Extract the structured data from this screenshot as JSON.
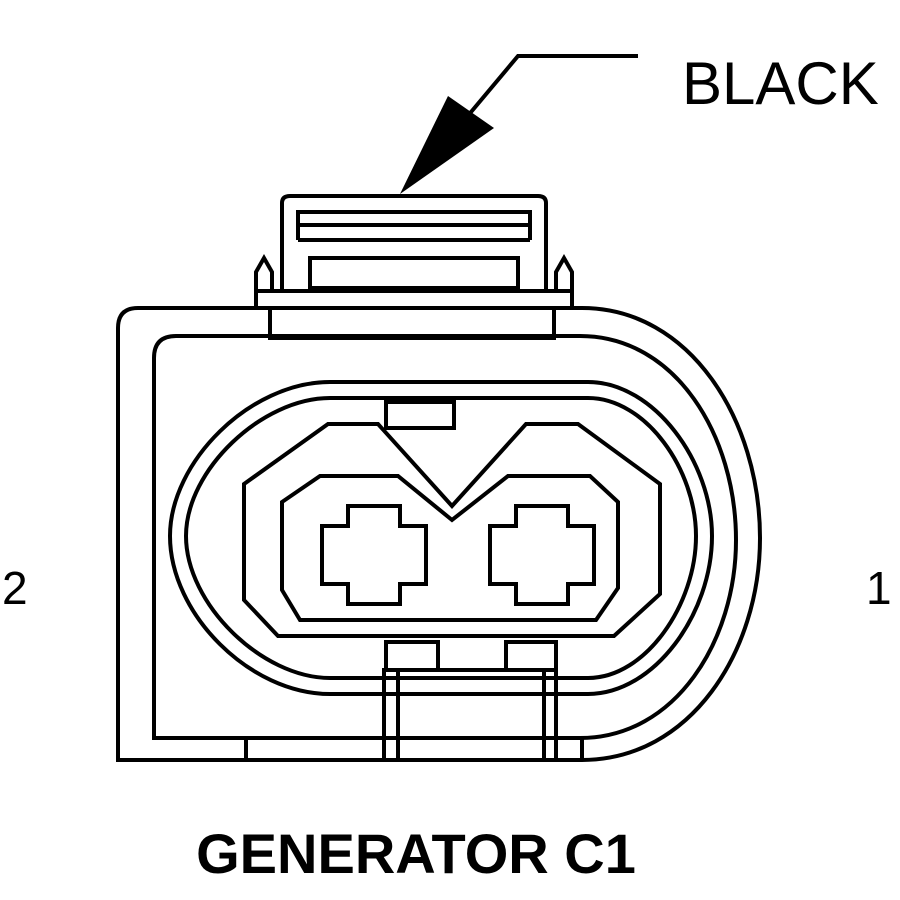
{
  "connector": {
    "color_label": "BLACK",
    "pin_left_label": "2",
    "pin_right_label": "1",
    "title": "GENERATOR C1"
  },
  "colors": {
    "stroke": "#000000",
    "background": "#ffffff"
  }
}
